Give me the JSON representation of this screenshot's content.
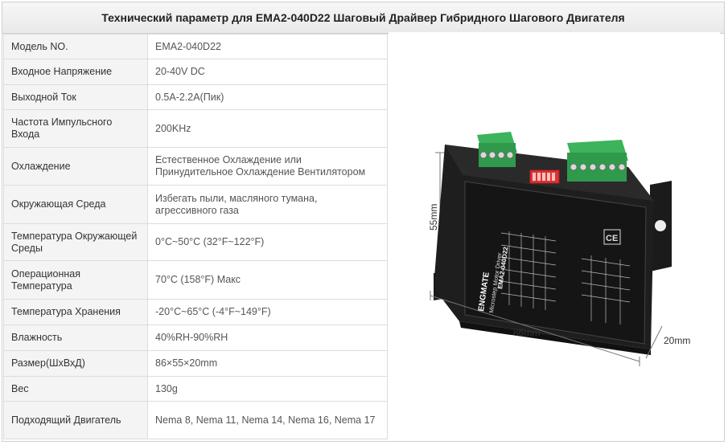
{
  "title": "Технический параметр для EMA2-040D22 Шаговый Драйвер Гибридного Шагового Двигателя",
  "specs": [
    {
      "label": "Модель NO.",
      "value": "EMA2-040D22"
    },
    {
      "label": "Входное Напряжение",
      "value": "20-40V DC"
    },
    {
      "label": "Выходной Ток",
      "value": "0.5A-2.2A(Пик)"
    },
    {
      "label": "Частота Импульсного Входа",
      "value": "200KHz"
    },
    {
      "label": "Охлаждение",
      "value": "Естественное Охлаждение или Принудительное Охлаждение Вентилятором"
    },
    {
      "label": "Окружающая Среда",
      "value": "Избегать пыли, масляного тумана, агрессивного газа"
    },
    {
      "label": "Температура Окружающей Среды",
      "value": "0°C~50°C (32°F~122°F)"
    },
    {
      "label": "Операционная Температура",
      "value": "70°C (158°F) Макс"
    },
    {
      "label": "Температура Хранения",
      "value": "-20°C~65°C (-4°F~149°F)"
    },
    {
      "label": "Влажность",
      "value": "40%RH-90%RH"
    },
    {
      "label": "Размер(ШхВхД)",
      "value": "86×55×20mm"
    },
    {
      "label": "Вес",
      "value": "130g"
    },
    {
      "label": "Подходящий Двигатель",
      "value": "Nema 8, Nema 11, Nema 14, Nema 16, Nema 17"
    }
  ],
  "image": {
    "dim_height": "55mm",
    "dim_length": "86mm",
    "dim_depth": "20mm",
    "brand": "ENGMATE",
    "device_title": "Microstep Motor Driver",
    "device_model": "EMA2-040D22"
  }
}
